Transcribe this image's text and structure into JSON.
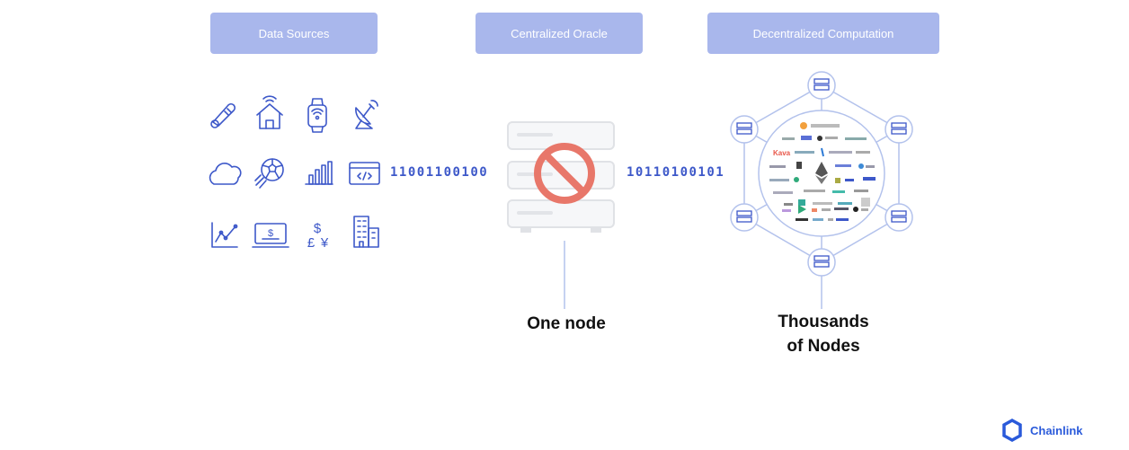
{
  "headers": {
    "data_sources": "Data Sources",
    "centralized_oracle": "Centralized Oracle",
    "decentralized_computation": "Decentralized Computation"
  },
  "binary": {
    "left": "11001100100",
    "right": "10110100101"
  },
  "labels": {
    "one_node": "One node",
    "thousands_line1": "Thousands",
    "thousands_line2": "of Nodes"
  },
  "brand": {
    "name": "Chainlink"
  },
  "logo_cloud": [
    "Kava"
  ],
  "icons": [
    "thermometer-icon",
    "house-wifi-icon",
    "smartwatch-icon",
    "satellite-dish-icon",
    "cloud-icon",
    "soccer-ball-icon",
    "bar-chart-icon",
    "code-window-icon",
    "line-chart-icon",
    "payment-terminal-icon",
    "currency-icon",
    "building-icon"
  ],
  "colors": {
    "header_bg": "#a9b7ec",
    "icon_stroke": "#3d58c9",
    "binary_text": "#3d58c9",
    "prohibit_red": "#e8776a",
    "server_gray": "#e4e6ea",
    "network_line": "#b3c2ec",
    "brand_blue": "#2a5ada"
  }
}
